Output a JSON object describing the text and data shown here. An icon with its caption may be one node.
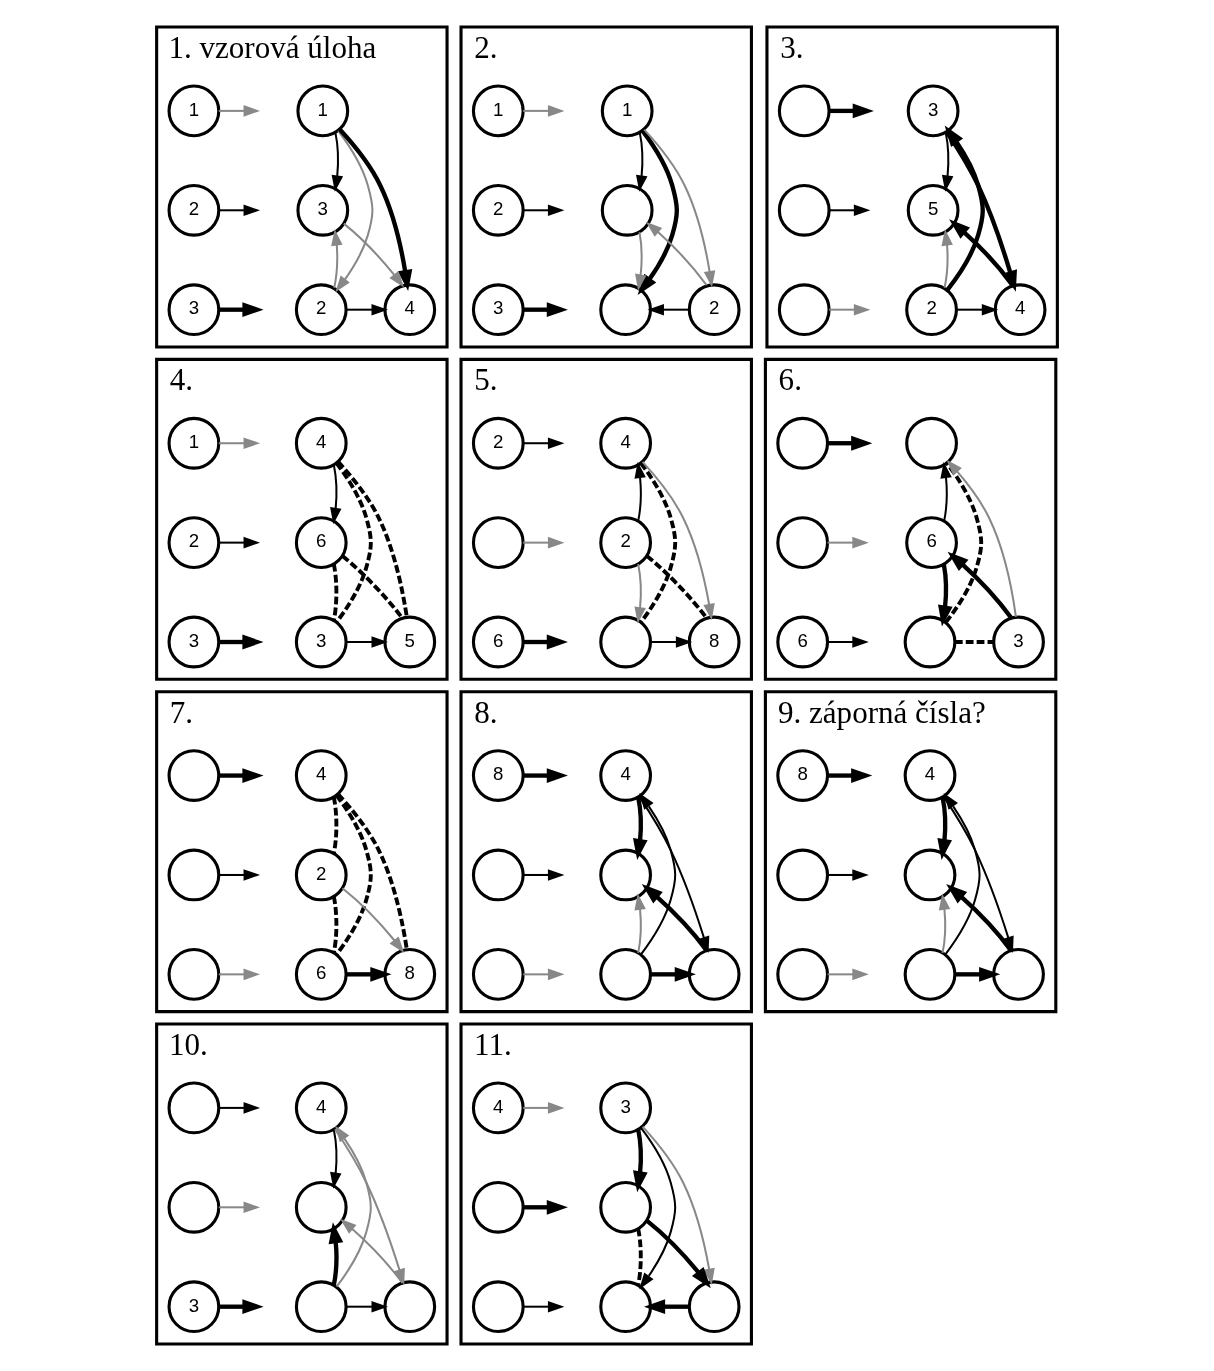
{
  "diagram": {
    "nodes": [
      {
        "text": [
          "1. vzorová úloha"
        ]
      },
      {
        "text": [
          "1"
        ],
        "in": 0
      },
      {
        "text": [
          "3"
        ],
        "in": 0
      },
      {
        "text": [
          "2"
        ],
        "in": 0
      },
      {
        "text": [
          "4"
        ],
        "in": 0
      },
      {
        "text": [
          "1"
        ],
        "in": 0
      },
      {
        "text": [
          "2"
        ],
        "in": 0
      },
      {
        "text": [
          "3"
        ],
        "in": 0
      },
      {
        "text": [
          "2."
        ]
      },
      {
        "text": [
          "1"
        ],
        "in": 8
      },
      {
        "text": [],
        "shape": "circle",
        "in": 8
      },
      {
        "text": [],
        "shape": "circle",
        "in": 8
      },
      {
        "text": [
          "2"
        ],
        "in": 8
      },
      {
        "text": [
          "1"
        ],
        "in": 8
      },
      {
        "text": [
          "2"
        ],
        "in": 8
      },
      {
        "text": [
          "3"
        ],
        "in": 8
      },
      {
        "text": [
          "3."
        ]
      },
      {
        "text": [
          "3"
        ],
        "in": 16
      },
      {
        "text": [
          "5"
        ],
        "in": 16
      },
      {
        "text": [
          "2"
        ],
        "in": 16
      },
      {
        "text": [
          "4"
        ],
        "in": 16
      },
      {
        "text": [],
        "shape": "circle",
        "in": 16
      },
      {
        "text": [],
        "shape": "circle",
        "in": 16
      },
      {
        "text": [],
        "shape": "circle",
        "in": 16
      },
      {
        "text": [
          "4."
        ]
      },
      {
        "text": [
          "4"
        ],
        "in": 24
      },
      {
        "text": [
          "6"
        ],
        "in": 24
      },
      {
        "text": [
          "3"
        ],
        "in": 24
      },
      {
        "text": [
          "5"
        ],
        "in": 24
      },
      {
        "text": [
          "1"
        ],
        "in": 24
      },
      {
        "text": [
          "2"
        ],
        "in": 24
      },
      {
        "text": [
          "3"
        ],
        "in": 24
      },
      {
        "text": [
          "5."
        ]
      },
      {
        "text": [
          "4"
        ],
        "in": 32
      },
      {
        "text": [
          "2"
        ],
        "in": 32
      },
      {
        "text": [],
        "shape": "circle",
        "in": 32
      },
      {
        "text": [
          "8"
        ],
        "in": 32
      },
      {
        "text": [
          "2"
        ],
        "in": 32
      },
      {
        "text": [],
        "shape": "circle",
        "in": 32
      },
      {
        "text": [
          "6"
        ],
        "in": 32
      },
      {
        "text": [
          "6."
        ]
      },
      {
        "text": [],
        "shape": "circle",
        "in": 40
      },
      {
        "text": [
          "6"
        ],
        "in": 40
      },
      {
        "text": [],
        "shape": "circle",
        "in": 40
      },
      {
        "text": [
          "3"
        ],
        "in": 40
      },
      {
        "text": [],
        "shape": "circle",
        "in": 40
      },
      {
        "text": [],
        "shape": "circle",
        "in": 40
      },
      {
        "text": [
          "6"
        ],
        "in": 40
      },
      {
        "text": [
          "7."
        ]
      },
      {
        "text": [
          "4"
        ],
        "in": 48
      },
      {
        "text": [
          "2"
        ],
        "in": 48
      },
      {
        "text": [
          "6"
        ],
        "in": 48
      },
      {
        "text": [
          "8"
        ],
        "in": 48
      },
      {
        "text": [],
        "shape": "circle",
        "in": 48
      },
      {
        "text": [],
        "shape": "circle",
        "in": 48
      },
      {
        "text": [],
        "shape": "circle",
        "in": 48
      },
      {
        "text": [
          "8."
        ]
      },
      {
        "text": [
          "4"
        ],
        "in": 56
      },
      {
        "text": [],
        "shape": "circle",
        "in": 56
      },
      {
        "text": [],
        "shape": "circle",
        "in": 56
      },
      {
        "text": [],
        "shape": "circle",
        "in": 56
      },
      {
        "text": [
          "8"
        ],
        "in": 56
      },
      {
        "text": [],
        "shape": "circle",
        "in": 56
      },
      {
        "text": [],
        "shape": "circle",
        "in": 56
      },
      {
        "text": [
          "9. záporná čísla?"
        ]
      },
      {
        "text": [
          "4"
        ],
        "in": 64
      },
      {
        "text": [],
        "shape": "circle",
        "in": 64
      },
      {
        "text": [],
        "shape": "circle",
        "in": 64
      },
      {
        "text": [],
        "shape": "circle",
        "in": 64
      },
      {
        "text": [
          "8"
        ],
        "in": 64
      },
      {
        "text": [],
        "shape": "circle",
        "in": 64
      },
      {
        "text": [],
        "shape": "circle",
        "in": 64
      },
      {
        "text": [
          "10."
        ]
      },
      {
        "text": [
          "4"
        ],
        "in": 72
      },
      {
        "text": [],
        "shape": "circle",
        "in": 72
      },
      {
        "text": [],
        "shape": "circle",
        "in": 72
      },
      {
        "text": [],
        "shape": "circle",
        "in": 72
      },
      {
        "text": [],
        "shape": "circle",
        "in": 72
      },
      {
        "text": [],
        "shape": "circle",
        "in": 72
      },
      {
        "text": [
          "3"
        ],
        "in": 72
      },
      {
        "text": [
          "11."
        ]
      },
      {
        "text": [
          "3"
        ],
        "in": 80
      },
      {
        "text": [],
        "shape": "circle",
        "in": 80
      },
      {
        "text": [],
        "shape": "circle",
        "in": 80
      },
      {
        "text": [],
        "shape": "circle",
        "in": 80
      },
      {
        "text": [
          "4"
        ],
        "in": 80
      },
      {
        "text": [],
        "shape": "circle",
        "in": 80
      },
      {
        "text": [],
        "shape": "circle",
        "in": 80
      }
    ],
    "edges": [
      {
        "from": 1,
        "to": 2,
        "arrow": "to"
      },
      {
        "from": 1,
        "to": 3,
        "arrow": "to",
        "color": "#888888"
      },
      {
        "from": 1,
        "to": 4,
        "arrow": "to",
        "style": "thick"
      },
      {
        "from": 3,
        "to": 2,
        "arrow": "to",
        "color": "#888888"
      },
      {
        "from": 2,
        "to": 4,
        "arrow": "to",
        "color": "#888888"
      },
      {
        "from": 3,
        "to": 4,
        "arrow": "to"
      },
      {
        "from": 5,
        "to": null,
        "arrow": "to",
        "color": "#888888"
      },
      {
        "from": 6,
        "to": null,
        "arrow": "to"
      },
      {
        "from": 7,
        "to": null,
        "arrow": "to",
        "style": "thick"
      },
      {
        "from": 9,
        "to": 10,
        "arrow": "to"
      },
      {
        "from": 9,
        "to": 11,
        "arrow": "to",
        "style": "thick"
      },
      {
        "from": 9,
        "to": 12,
        "arrow": "to",
        "color": "#888888"
      },
      {
        "from": 10,
        "to": 11,
        "arrow": "to",
        "color": "#888888"
      },
      {
        "from": 12,
        "to": 10,
        "arrow": "to",
        "color": "#888888"
      },
      {
        "from": 12,
        "to": 11,
        "arrow": "to"
      },
      {
        "from": 13,
        "to": null,
        "arrow": "to",
        "color": "#888888"
      },
      {
        "from": 14,
        "to": null,
        "arrow": "to"
      },
      {
        "from": 15,
        "to": null,
        "arrow": "to",
        "style": "thick"
      },
      {
        "from": 19,
        "to": 17,
        "arrow": "to",
        "style": "thick"
      },
      {
        "from": 17,
        "to": 18,
        "arrow": "to"
      },
      {
        "from": 17,
        "to": 20,
        "arrow": "to",
        "style": "thick"
      },
      {
        "from": 20,
        "to": 18,
        "arrow": "to",
        "style": "thick"
      },
      {
        "from": 19,
        "to": 18,
        "arrow": "to",
        "color": "#888888"
      },
      {
        "from": 19,
        "to": 20,
        "arrow": "to"
      },
      {
        "from": 21,
        "to": null,
        "arrow": "to",
        "style": "thick"
      },
      {
        "from": 22,
        "to": null,
        "arrow": "to"
      },
      {
        "from": 23,
        "to": null,
        "arrow": "to",
        "color": "#888888"
      },
      {
        "from": 25,
        "to": 26,
        "arrow": "to"
      },
      {
        "from": 25,
        "to": 27,
        "arrow": "none",
        "style": "dashed"
      },
      {
        "from": 25,
        "to": 28,
        "arrow": "none",
        "style": "dashed"
      },
      {
        "from": 26,
        "to": 27,
        "arrow": "none",
        "style": "dashed"
      },
      {
        "from": 26,
        "to": 28,
        "arrow": "none",
        "style": "dashed"
      },
      {
        "from": 27,
        "to": 28,
        "arrow": "to"
      },
      {
        "from": 29,
        "to": null,
        "arrow": "to",
        "color": "#888888"
      },
      {
        "from": 30,
        "to": null,
        "arrow": "to"
      },
      {
        "from": 31,
        "to": null,
        "arrow": "to",
        "style": "thick"
      },
      {
        "from": 34,
        "to": 33,
        "arrow": "to"
      },
      {
        "from": 33,
        "to": 35,
        "arrow": "none",
        "style": "dashed"
      },
      {
        "from": 33,
        "to": 36,
        "arrow": "to",
        "color": "#888888"
      },
      {
        "from": 34,
        "to": 35,
        "arrow": "to",
        "color": "#888888"
      },
      {
        "from": 34,
        "to": 36,
        "arrow": "none",
        "style": "dashed"
      },
      {
        "from": 35,
        "to": 36,
        "arrow": "to"
      },
      {
        "from": 37,
        "to": null,
        "arrow": "to"
      },
      {
        "from": 38,
        "to": null,
        "arrow": "to",
        "color": "#888888"
      },
      {
        "from": 39,
        "to": null,
        "arrow": "to",
        "style": "thick"
      },
      {
        "from": 42,
        "to": 41,
        "arrow": "to"
      },
      {
        "from": 43,
        "to": 41,
        "arrow": "none",
        "style": "dashed"
      },
      {
        "from": 44,
        "to": 41,
        "arrow": "to",
        "color": "#888888"
      },
      {
        "from": 42,
        "to": 43,
        "arrow": "to",
        "style": "thick"
      },
      {
        "from": 44,
        "to": 42,
        "arrow": "to",
        "style": "thick"
      },
      {
        "from": 43,
        "to": 44,
        "arrow": "none",
        "style": "dashed"
      },
      {
        "from": 45,
        "to": null,
        "arrow": "to",
        "style": "thick"
      },
      {
        "from": 46,
        "to": null,
        "arrow": "to",
        "color": "#888888"
      },
      {
        "from": 47,
        "to": null,
        "arrow": "to"
      },
      {
        "from": 49,
        "to": 50,
        "arrow": "none",
        "style": "dashed"
      },
      {
        "from": 49,
        "to": 51,
        "arrow": "none",
        "style": "dashed"
      },
      {
        "from": 49,
        "to": 52,
        "arrow": "none",
        "style": "dashed"
      },
      {
        "from": 50,
        "to": 51,
        "arrow": "none",
        "style": "dashed"
      },
      {
        "from": 50,
        "to": 52,
        "arrow": "to",
        "color": "#888888"
      },
      {
        "from": 51,
        "to": 52,
        "arrow": "to",
        "style": "thick"
      },
      {
        "from": 53,
        "to": null,
        "arrow": "to",
        "style": "thick"
      },
      {
        "from": 54,
        "to": null,
        "arrow": "to"
      },
      {
        "from": 55,
        "to": null,
        "arrow": "to",
        "color": "#888888"
      },
      {
        "from": 59,
        "to": 57,
        "arrow": "to"
      },
      {
        "from": 57,
        "to": 58,
        "arrow": "to",
        "style": "thick"
      },
      {
        "from": 57,
        "to": 60,
        "arrow": "to"
      },
      {
        "from": 59,
        "to": 58,
        "arrow": "to",
        "color": "#888888"
      },
      {
        "from": 60,
        "to": 58,
        "arrow": "to",
        "style": "thick"
      },
      {
        "from": 59,
        "to": 60,
        "arrow": "to",
        "style": "thick"
      },
      {
        "from": 61,
        "to": null,
        "arrow": "to",
        "style": "thick"
      },
      {
        "from": 62,
        "to": null,
        "arrow": "to"
      },
      {
        "from": 63,
        "to": null,
        "arrow": "to",
        "color": "#888888"
      },
      {
        "from": 67,
        "to": 65,
        "arrow": "to"
      },
      {
        "from": 65,
        "to": 66,
        "arrow": "to",
        "style": "thick"
      },
      {
        "from": 65,
        "to": 68,
        "arrow": "to"
      },
      {
        "from": 67,
        "to": 66,
        "arrow": "to",
        "color": "#888888"
      },
      {
        "from": 68,
        "to": 66,
        "arrow": "to",
        "style": "thick"
      },
      {
        "from": 67,
        "to": 68,
        "arrow": "to",
        "style": "thick"
      },
      {
        "from": 69,
        "to": null,
        "arrow": "to",
        "style": "thick"
      },
      {
        "from": 70,
        "to": null,
        "arrow": "to"
      },
      {
        "from": 71,
        "to": null,
        "arrow": "to",
        "color": "#888888"
      },
      {
        "from": 75,
        "to": 73,
        "arrow": "to",
        "color": "#888888"
      },
      {
        "from": 73,
        "to": 74,
        "arrow": "to"
      },
      {
        "from": 73,
        "to": 76,
        "arrow": "to",
        "color": "#888888"
      },
      {
        "from": 75,
        "to": 74,
        "arrow": "to",
        "style": "thick"
      },
      {
        "from": 76,
        "to": 74,
        "arrow": "to",
        "color": "#888888"
      },
      {
        "from": 75,
        "to": 76,
        "arrow": "to"
      },
      {
        "from": 77,
        "to": null,
        "arrow": "to"
      },
      {
        "from": 78,
        "to": null,
        "arrow": "to",
        "color": "#888888"
      },
      {
        "from": 79,
        "to": null,
        "arrow": "to",
        "style": "thick"
      },
      {
        "from": 81,
        "to": 83,
        "arrow": "to"
      },
      {
        "from": 81,
        "to": 82,
        "arrow": "to",
        "style": "thick"
      },
      {
        "from": 81,
        "to": 84,
        "arrow": "to",
        "color": "#888888"
      },
      {
        "from": 82,
        "to": 83,
        "arrow": "none",
        "style": "dashed"
      },
      {
        "from": 82,
        "to": 84,
        "arrow": "to",
        "style": "thick"
      },
      {
        "from": 84,
        "to": 83,
        "arrow": "to",
        "style": "thick"
      },
      {
        "from": 85,
        "to": null,
        "arrow": "to",
        "color": "#888888"
      },
      {
        "from": 86,
        "to": null,
        "arrow": "to",
        "style": "thick"
      },
      {
        "from": 87,
        "to": null,
        "arrow": "to"
      }
    ]
  }
}
